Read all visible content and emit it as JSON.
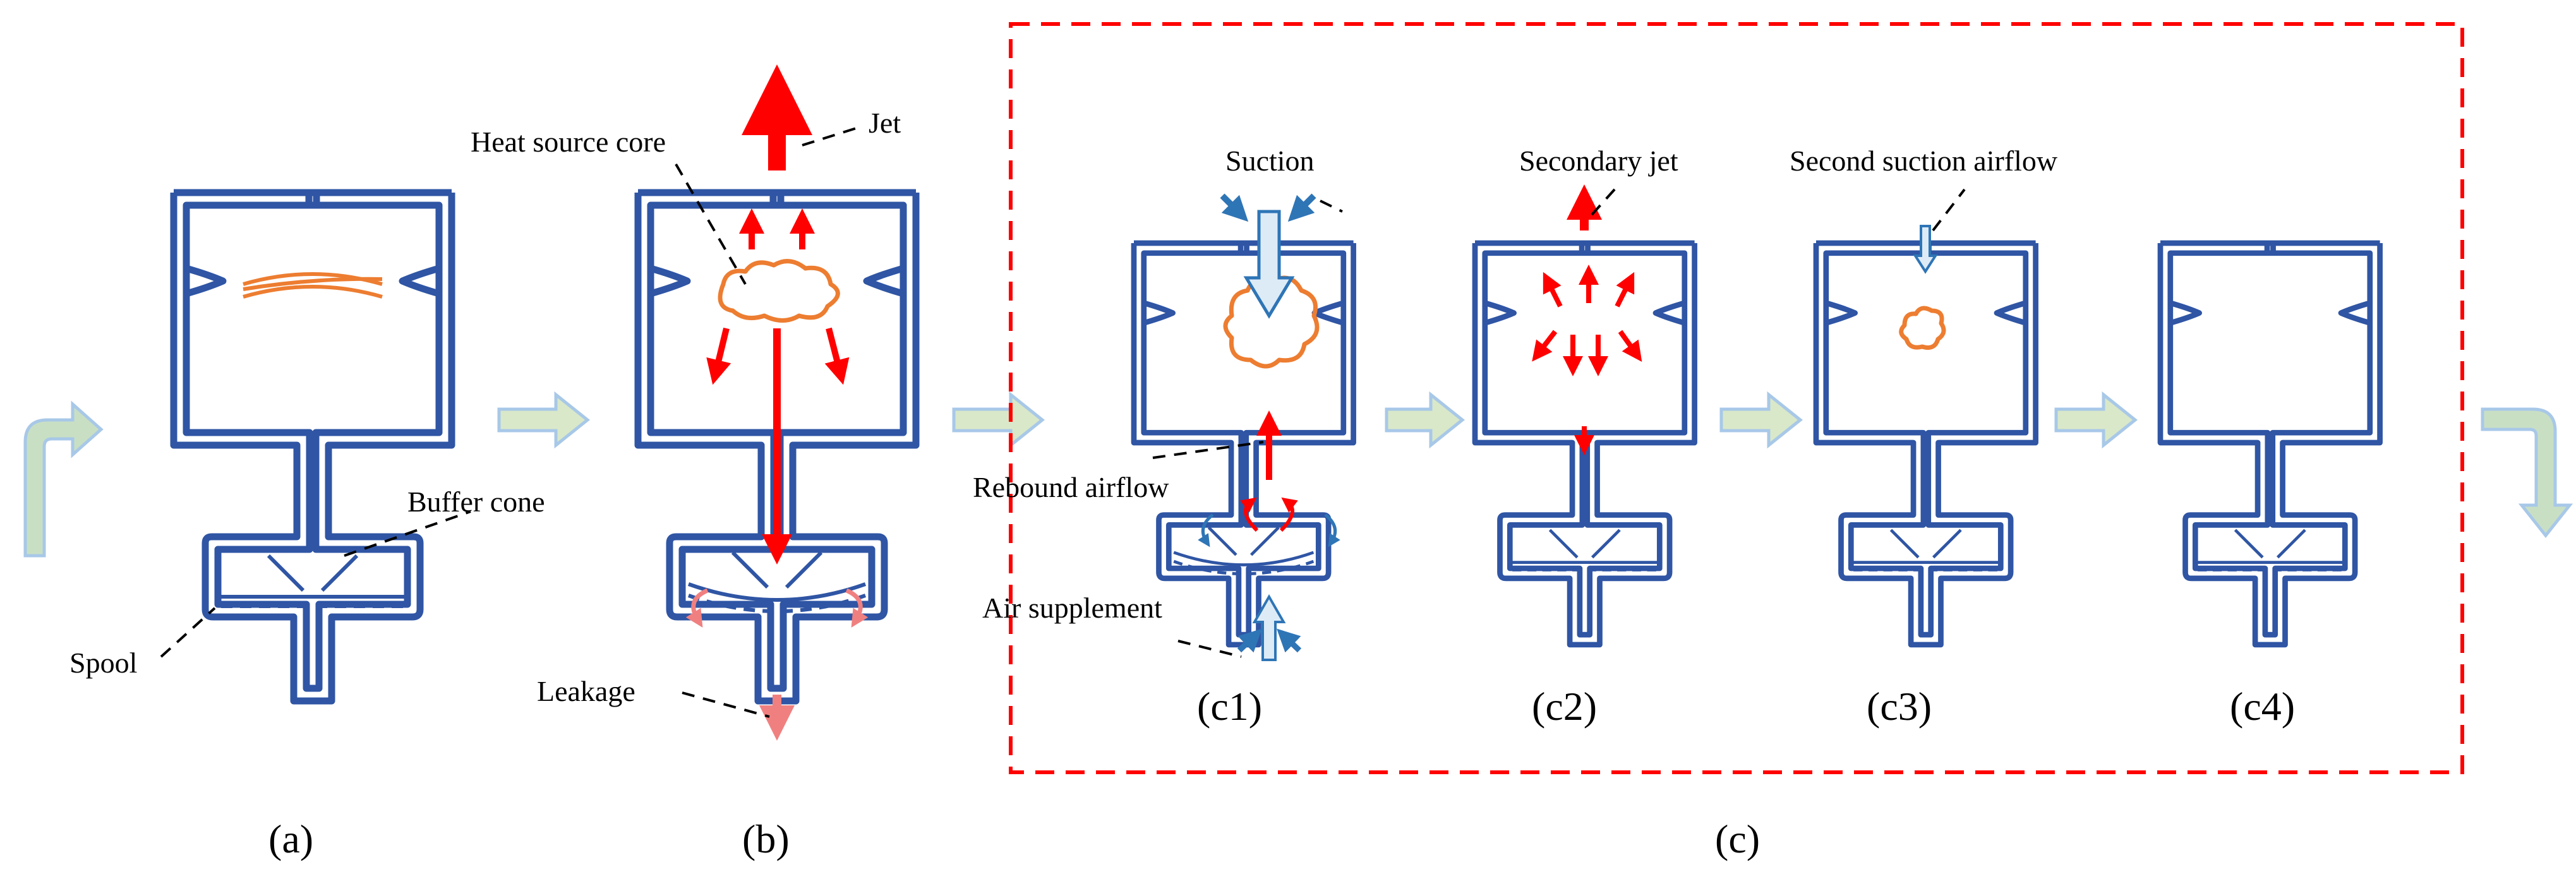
{
  "labels": {
    "jet": "Jet",
    "heat_source_core": "Heat source core",
    "buffer_cone": "Buffer cone",
    "spool": "Spool",
    "leakage": "Leakage",
    "suction": "Suction",
    "secondary_jet": "Secondary  jet",
    "second_suction_airflow": "Second suction airflow",
    "rebound_airflow": "Rebound airflow",
    "air_supplement": "Air supplement"
  },
  "panels": {
    "a": "(a)",
    "b": "(b)",
    "c": "(c)",
    "c1": "(c1)",
    "c2": "(c2)",
    "c3": "(c3)",
    "c4": "(c4)"
  },
  "colors": {
    "vessel": "#2f55a4",
    "heat_core": "#ed7d31",
    "flow_red": "#ff0000",
    "leak_pink": "#f08080",
    "air_blue": "#2e75b6",
    "stage_arrow": "#bdd7ee",
    "dashed_frame": "#ff0000"
  }
}
